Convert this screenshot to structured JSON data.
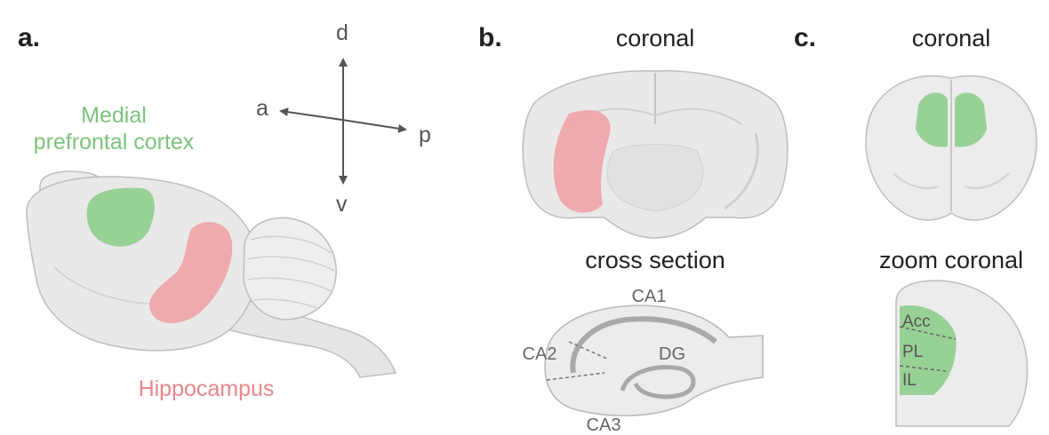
{
  "panels": {
    "a": {
      "label": "a.",
      "axes": {
        "dorsal": "d",
        "ventral": "v",
        "anterior": "a",
        "posterior": "p"
      },
      "regions": {
        "mpfc_line1": "Medial",
        "mpfc_line2": "prefrontal cortex",
        "hippocampus": "Hippocampus"
      }
    },
    "b": {
      "label": "b.",
      "title_top": "coronal",
      "title_bottom": "cross section",
      "subregions": {
        "ca1": "CA1",
        "ca2": "CA2",
        "ca3": "CA3",
        "dg": "DG"
      }
    },
    "c": {
      "label": "c.",
      "title_top": "coronal",
      "title_bottom": "zoom coronal",
      "subregions": {
        "acc": "Acc",
        "pl": "PL",
        "il": "IL"
      }
    }
  },
  "colors": {
    "mpfc_green": "#8fce8c",
    "hippocampus_red": "#f0a3a6",
    "brain_fill": "#e9e9e9",
    "brain_stroke": "#bdbdbd"
  }
}
